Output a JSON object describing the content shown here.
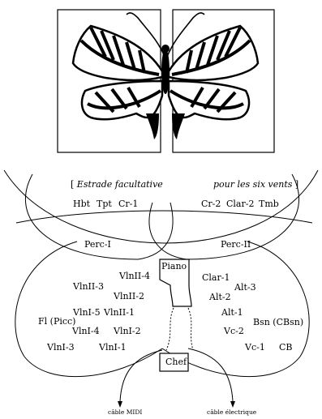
{
  "header": {
    "left_bracket": "[",
    "left_text": "Estrade facultative",
    "right_text": "pour les six vents",
    "right_bracket": "]"
  },
  "brass_group": [
    "Hbt",
    "Tpt",
    "Cr-1"
  ],
  "winds_group": [
    "Cr-2",
    "Clar-2",
    "Tmb"
  ],
  "percussion": [
    "Perc-I",
    "Perc-II"
  ],
  "piano": "Piano",
  "conductor": "Chef",
  "left_strings": [
    "VlnII-4",
    "VlnII-3",
    "VlnII-2",
    "VlnI-5",
    "VlnII-1",
    "Fl (Picc)",
    "VlnI-4",
    "VlnI-2",
    "VlnI-3",
    "VlnI-1"
  ],
  "right_section": [
    "Clar-1",
    "Alt-3",
    "Alt-2",
    "Alt-1",
    "Bsn (CBsn)",
    "Vc-2",
    "Vc-1",
    "CB"
  ],
  "cables": [
    "câble MIDI",
    "câble électrique"
  ],
  "icons": [
    "butterfly-icon"
  ]
}
